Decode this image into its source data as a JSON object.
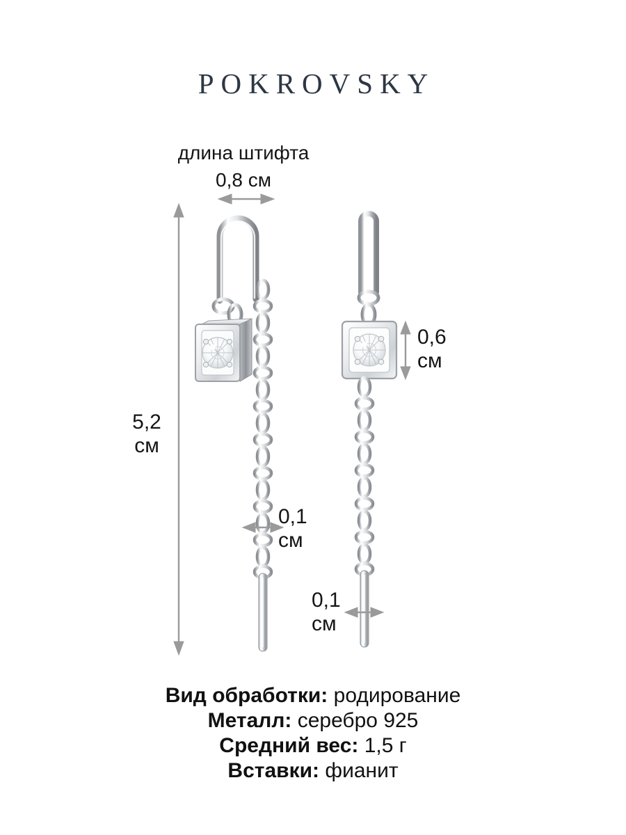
{
  "brand": {
    "name": "POKROVSKY"
  },
  "annotations": {
    "pin_label": "длина штифта",
    "pin_value": "0,8 см",
    "total_length_value": "5,2\nсм",
    "bezel_height_value": "0,6\nсм",
    "chain_width_value": "0,1\nсм",
    "bar_width_value": "0,1\nсм"
  },
  "specs": [
    {
      "key": "Вид обработки:",
      "value": "родирование"
    },
    {
      "key": "Металл:",
      "value": "серебро 925"
    },
    {
      "key": "Средний вес:",
      "value": "1,5 г"
    },
    {
      "key": "Вставки:",
      "value": "фианит"
    }
  ],
  "colors": {
    "background": "#ffffff",
    "brand": "#2d3744",
    "text": "#111111",
    "arrow": "#9a9a9a",
    "metal_light": "#ffffff",
    "metal_mid": "#c9ccd0",
    "metal_dark": "#8d9196"
  },
  "product": {
    "type": "threader-earrings",
    "left_view": "three-quarter",
    "right_view": "front"
  }
}
